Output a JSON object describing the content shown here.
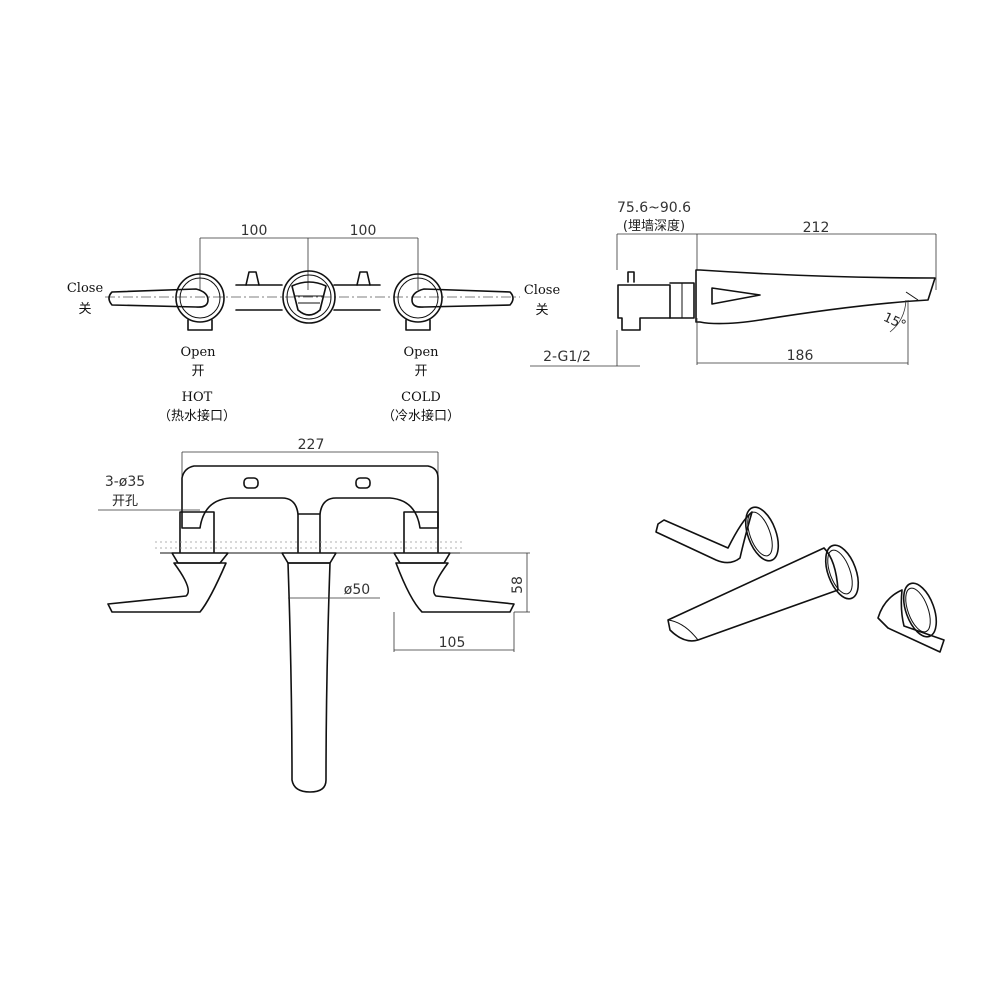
{
  "front_view": {
    "dim_left": "100",
    "dim_right": "100",
    "close_left_en": "Close",
    "close_left_cn": "关",
    "close_right_en": "Close",
    "close_right_cn": "关",
    "open_left_en": "Open",
    "open_left_cn": "开",
    "open_right_en": "Open",
    "open_right_cn": "开",
    "hot_en": "HOT",
    "hot_cn": "（热水接口）",
    "cold_en": "COLD",
    "cold_cn": "（冷水接口）"
  },
  "side_view": {
    "depth_range": "75.6~90.6",
    "depth_label": "(埋墙深度)",
    "length_top": "212",
    "length_bottom": "186",
    "angle": "15°",
    "thread": "2-G1/2"
  },
  "top_view": {
    "width": "227",
    "holes": "3-ø35",
    "holes_cn": "开孔",
    "spout_dia": "ø50",
    "height": "58",
    "handle_len": "105"
  }
}
